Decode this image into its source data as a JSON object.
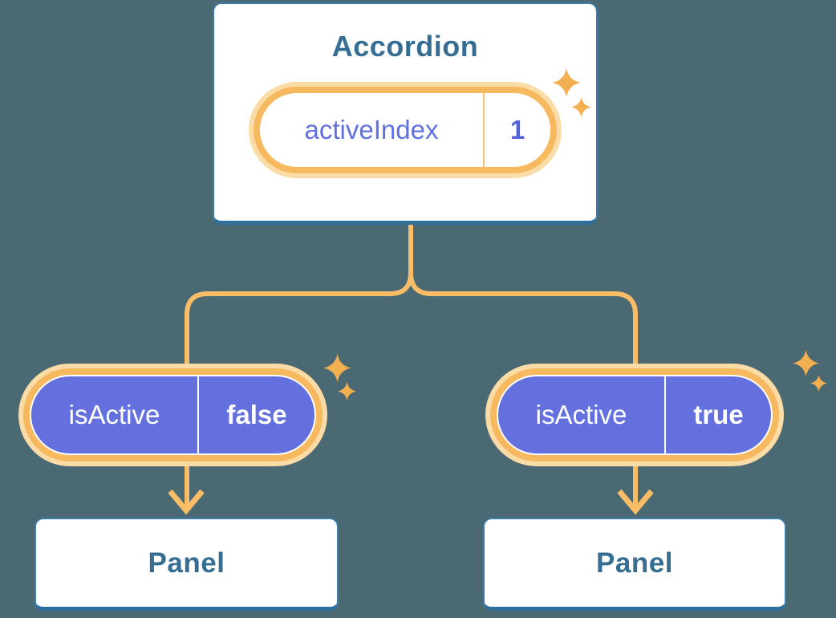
{
  "colors": {
    "background": "#4B6973",
    "card_bg": "#FFFFFF",
    "card_border": "#3E7DA9",
    "card_border_bottom": "#2E6F9E",
    "heading_text": "#356D93",
    "pill_purple": "#6470DE",
    "pill_text_light": "#FFFFFF",
    "prop_name_text": "#6170DF",
    "prop_value_text": "#5463D8",
    "ring_orange": "#F7B95F",
    "ring_peach": "#FCDCA6",
    "connector": "#F8BD66",
    "divider_orange": "#F7C476",
    "sparkle": "#F2B050"
  },
  "accordion": {
    "title": "Accordion",
    "state": {
      "name": "activeIndex",
      "value": "1"
    }
  },
  "children": [
    {
      "prop": {
        "name": "isActive",
        "value": "false"
      },
      "panel": {
        "title": "Panel"
      }
    },
    {
      "prop": {
        "name": "isActive",
        "value": "true"
      },
      "panel": {
        "title": "Panel"
      }
    }
  ],
  "icons": {
    "sparkle": "sparkle-icon",
    "arrow": "arrow-down-icon"
  }
}
